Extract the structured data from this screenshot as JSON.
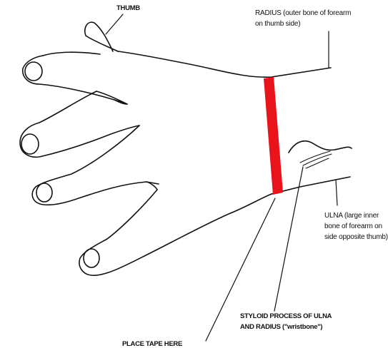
{
  "labels": {
    "thumb": "THUMB",
    "radius_line1": "RADIUS (outer bone of forearm",
    "radius_line2": "on thumb side)",
    "ulna_line1": "ULNA (large inner",
    "ulna_line2": "bone of forearm on",
    "ulna_line3": "side opposite thumb)",
    "styloid_line1": "STYLOID PROCESS OF ULNA",
    "styloid_line2": "AND RADIUS (\"wristbone\")",
    "place_tape": "PLACE TAPE HERE"
  },
  "colors": {
    "tape": "#e8131b",
    "ink": "#111111"
  }
}
